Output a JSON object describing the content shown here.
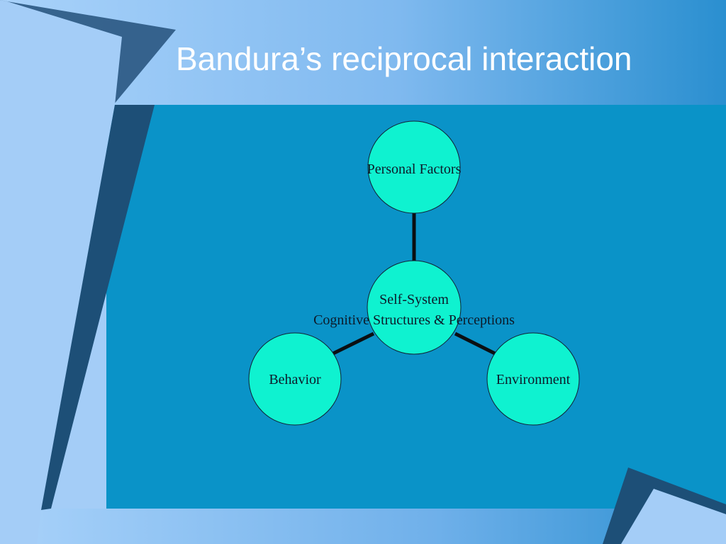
{
  "slide": {
    "title": "Bandura’s reciprocal interaction"
  },
  "diagram": {
    "center": {
      "line1": "Self-System",
      "line2": "Cognitive Structures & Perceptions"
    },
    "nodes": {
      "personal": "Personal Factors",
      "behavior": "Behavior",
      "environment": "Environment"
    }
  },
  "colors": {
    "panel": "#0a93c8",
    "node_fill": "#0ff2d0",
    "connector": "#0b0f12",
    "title_text": "#ffffff"
  }
}
